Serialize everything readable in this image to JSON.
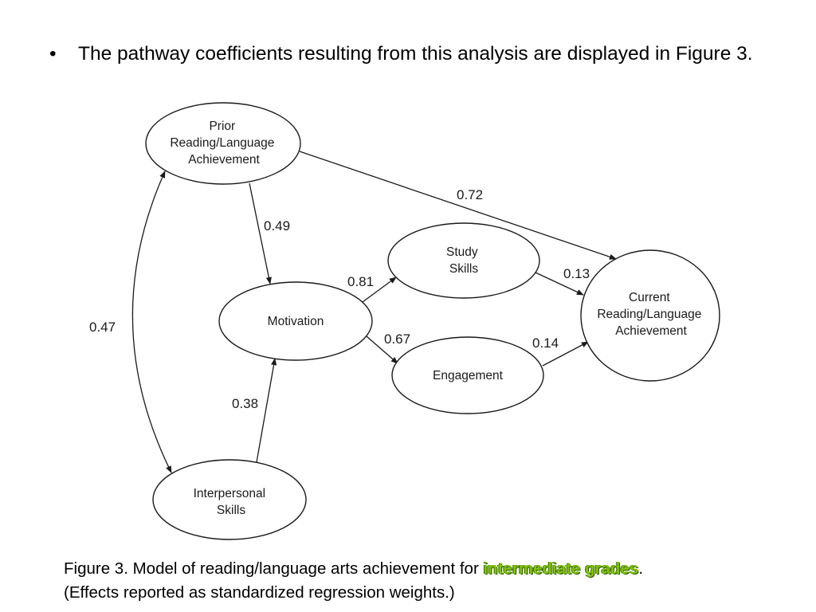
{
  "bullet": {
    "mark": "•",
    "text": "The pathway coefficients resulting from this analysis are displayed in Figure 3."
  },
  "diagram": {
    "nodes": {
      "prior": [
        "Prior",
        "Reading/Language",
        "Achievement"
      ],
      "motivation": [
        "Motivation"
      ],
      "study": [
        "Study",
        "Skills"
      ],
      "engagement": [
        "Engagement"
      ],
      "current": [
        "Current",
        "Reading/Language",
        "Achievement"
      ],
      "interpersonal": [
        "Interpersonal",
        "Skills"
      ]
    },
    "coefficients": {
      "prior_to_current": "0.72",
      "prior_to_motivation": "0.49",
      "prior_interpersonal": "0.47",
      "motivation_to_study": "0.81",
      "motivation_to_engagement": "0.67",
      "study_to_current": "0.13",
      "engagement_to_current": "0.14",
      "interpersonal_to_motivation": "0.38"
    }
  },
  "caption": {
    "line1_prefix": "Figure 3. Model of reading/language arts achievement for ",
    "highlight": "intermediate grades",
    "line1_suffix": ".",
    "line2": "(Effects reported as standardized regression weights.)",
    "highlight_color": "#7ec400"
  }
}
